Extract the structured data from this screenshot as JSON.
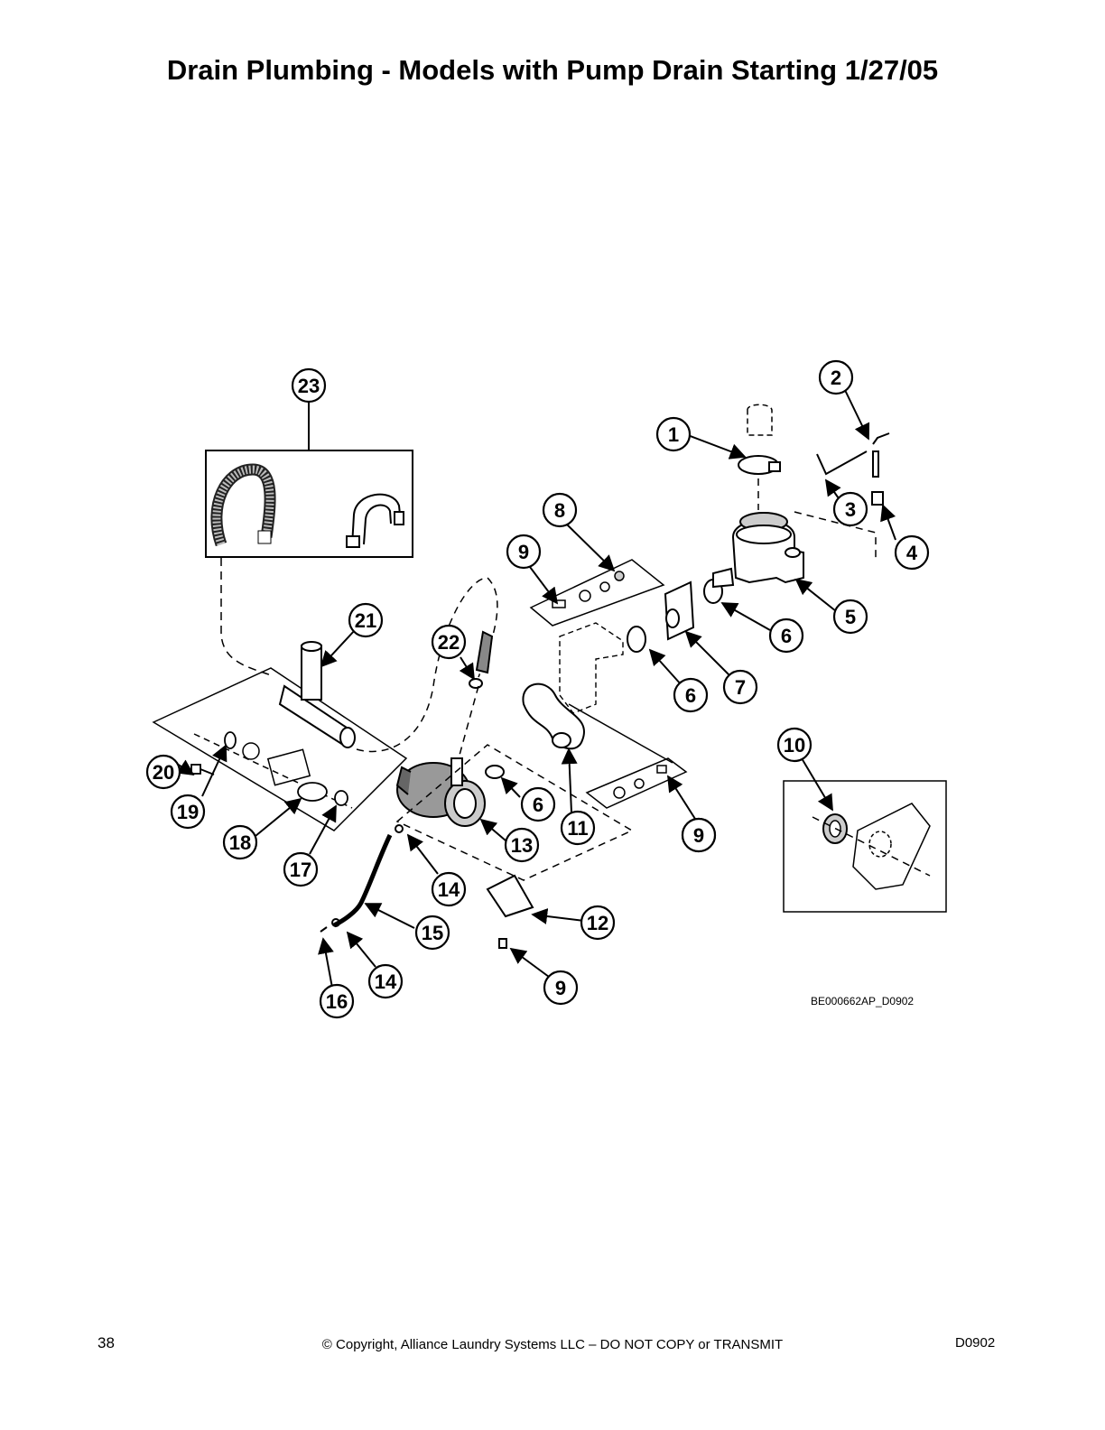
{
  "page": {
    "title": "Drain Plumbing - Models with Pump Drain Starting 1/27/05",
    "drawing_id": "BE000662AP_D0902",
    "page_number": "38",
    "copyright": "© Copyright, Alliance Laundry Systems LLC – DO NOT COPY or TRANSMIT",
    "doc_code": "D0902"
  },
  "callouts": [
    {
      "num": "1"
    },
    {
      "num": "2"
    },
    {
      "num": "3"
    },
    {
      "num": "4"
    },
    {
      "num": "5"
    },
    {
      "num": "6"
    },
    {
      "num": "6"
    },
    {
      "num": "6"
    },
    {
      "num": "7"
    },
    {
      "num": "8"
    },
    {
      "num": "9"
    },
    {
      "num": "9"
    },
    {
      "num": "9"
    },
    {
      "num": "9"
    },
    {
      "num": "10"
    },
    {
      "num": "11"
    },
    {
      "num": "12"
    },
    {
      "num": "13"
    },
    {
      "num": "14"
    },
    {
      "num": "14"
    },
    {
      "num": "15"
    },
    {
      "num": "16"
    },
    {
      "num": "17"
    },
    {
      "num": "18"
    },
    {
      "num": "19"
    },
    {
      "num": "20"
    },
    {
      "num": "21"
    },
    {
      "num": "22"
    },
    {
      "num": "23"
    }
  ]
}
